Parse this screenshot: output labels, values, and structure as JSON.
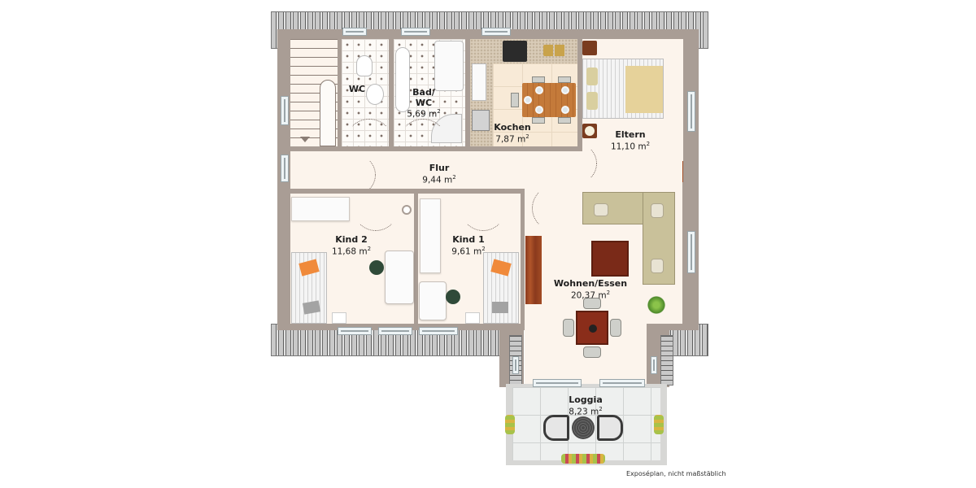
{
  "plan": {
    "caption": "Exposéplan, nicht maßstäblich",
    "colors": {
      "wall": "#a99d95",
      "floor": "#fcf4ec",
      "roof_dark": "#5e5e5e",
      "roof_light": "#c9c9c9",
      "wood": "#8b3a1d",
      "label_text": "#1e1e1e"
    }
  },
  "rooms": {
    "wc": {
      "name": "WC",
      "area": ""
    },
    "bad": {
      "name": "Bad/",
      "name2": "WC",
      "area": "5,69 m",
      "unit_sup": "2"
    },
    "kochen": {
      "name": "Kochen",
      "area": "7,87 m",
      "unit_sup": "2"
    },
    "eltern": {
      "name": "Eltern",
      "area": "11,10 m",
      "unit_sup": "2"
    },
    "flur": {
      "name": "Flur",
      "area": "9,44 m",
      "unit_sup": "2"
    },
    "kind2": {
      "name": "Kind 2",
      "area": "11,68 m",
      "unit_sup": "2"
    },
    "kind1": {
      "name": "Kind 1",
      "area": "9,61 m",
      "unit_sup": "2"
    },
    "wohnen": {
      "name": "Wohnen/Essen",
      "area": "20,37 m",
      "unit_sup": "2"
    },
    "loggia": {
      "name": "Loggia",
      "area": "8,23 m",
      "unit_sup": "2"
    }
  }
}
